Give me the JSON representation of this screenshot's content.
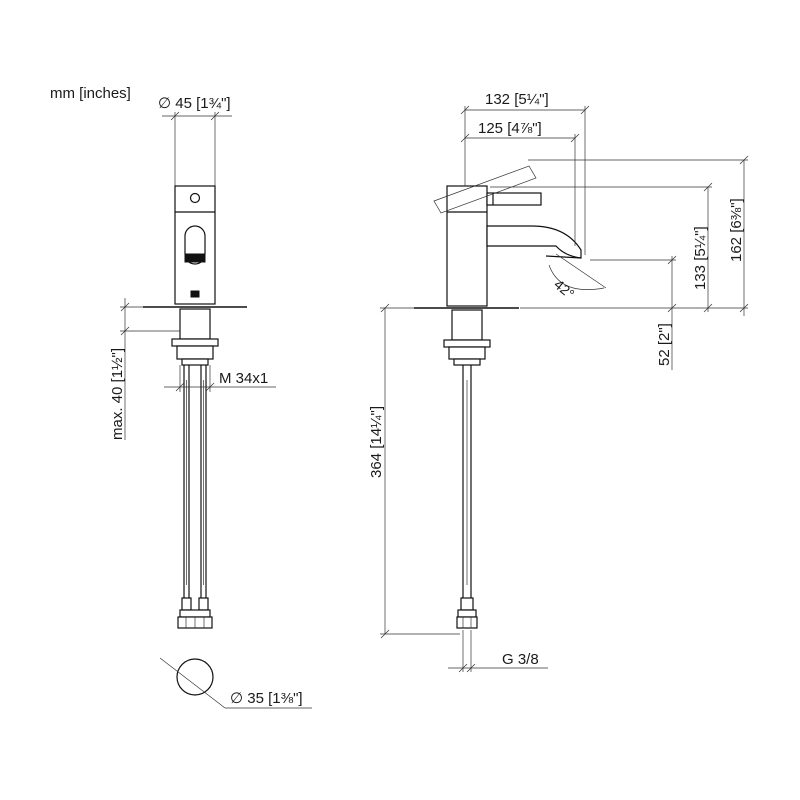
{
  "units_note": "mm [inches]",
  "front_view": {
    "top_diameter": "∅ 45 [1¾\"]",
    "thread": "M 34x1",
    "max_thickness": "max. 40 [1½\"]",
    "hole_diameter": "∅ 35 [1⅜\"]"
  },
  "side_view": {
    "projection_total": "132 [5¼\"]",
    "projection_spout": "125 [4⅞\"]",
    "height_total": "162 [6⅜\"]",
    "height_spout": "133 [5¼\"]",
    "height_base": "52 [2\"]",
    "hose_length": "364 [14¼\"]",
    "lever_angle": "42°",
    "connection": "G 3/8"
  }
}
